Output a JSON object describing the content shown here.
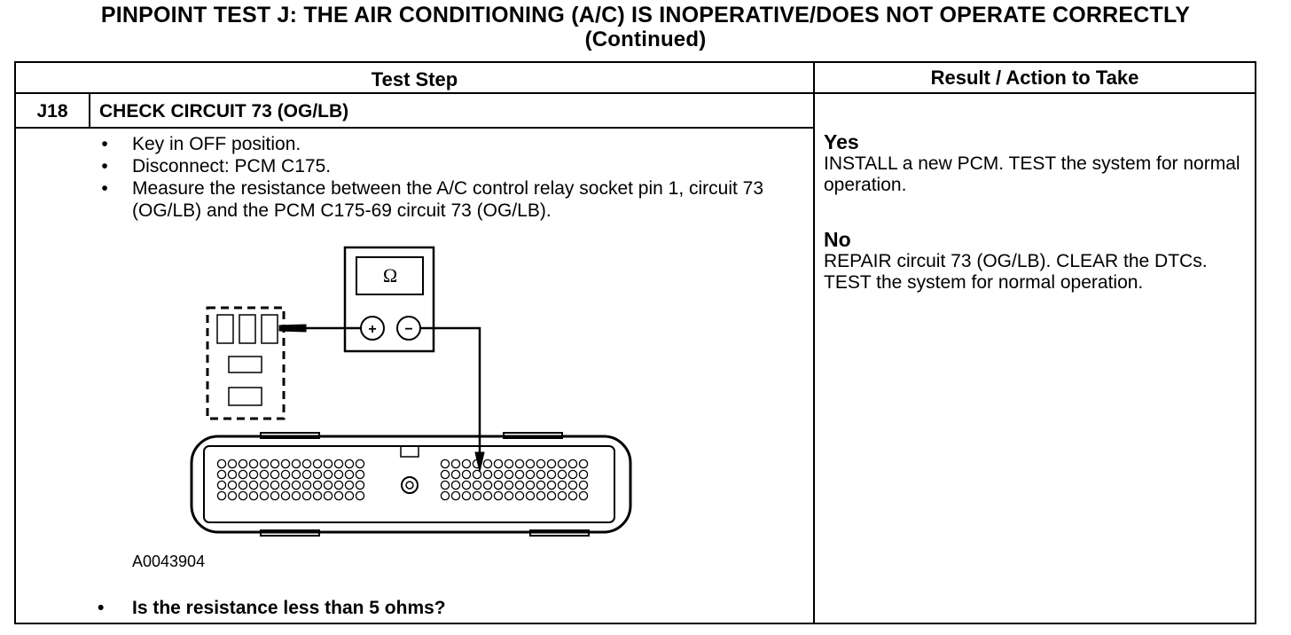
{
  "title": {
    "line1": "PINPOINT TEST J: THE AIR CONDITIONING (A/C) IS INOPERATIVE/DOES NOT OPERATE CORRECTLY",
    "line2": "(Continued)"
  },
  "table": {
    "header_test_step": "Test Step",
    "header_result": "Result / Action to Take"
  },
  "step": {
    "id": "J18",
    "title": "CHECK CIRCUIT 73 (OG/LB)",
    "bullet_char": "•",
    "bullets": [
      "Key in OFF position.",
      "Disconnect: PCM C175.",
      "Measure the resistance between the A/C control relay socket pin 1, circuit 73 (OG/LB) and the PCM C175-69 circuit 73 (OG/LB)."
    ],
    "question": "Is the resistance less than 5 ohms?"
  },
  "figure": {
    "code": "A0043904",
    "meter_symbol": "Ω",
    "plus_symbol": "+",
    "minus_symbol": "−"
  },
  "results": {
    "yes_label": "Yes",
    "yes_text": "INSTALL a new PCM. TEST the system for normal operation.",
    "no_label": "No",
    "no_text": "REPAIR circuit 73 (OG/LB). CLEAR the DTCs. TEST the system for normal operation."
  }
}
